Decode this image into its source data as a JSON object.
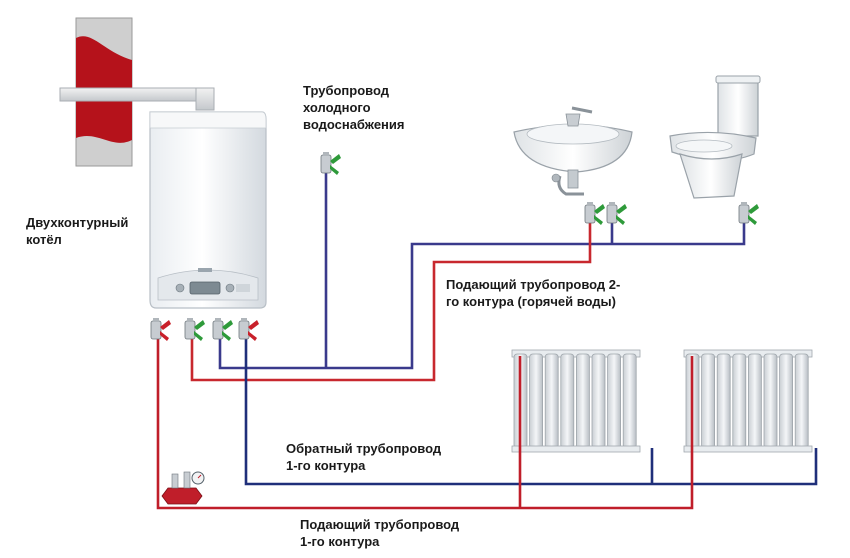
{
  "labels": {
    "boiler": [
      "Двухконтурный",
      "котёл"
    ],
    "cold_water": [
      "Трубопровод",
      "холодного",
      "водоснабжения"
    ],
    "hot_supply": [
      "Подающий трубопровод 2-",
      "го контура (горячей воды)"
    ],
    "return_1": [
      "Обратный трубопровод",
      "1-го контура"
    ],
    "supply_1": [
      "Подающий трубопровод",
      "1-го контура"
    ]
  },
  "colors": {
    "cold_pipe": "#3a3a8c",
    "hot_pipe": "#c8282e",
    "return_pipe": "#1f2f7a",
    "supply_pipe": "#c01e2a",
    "chimney_red": "#b5121b",
    "valve_green": "#2e9a3a",
    "valve_red": "#c8202a"
  }
}
